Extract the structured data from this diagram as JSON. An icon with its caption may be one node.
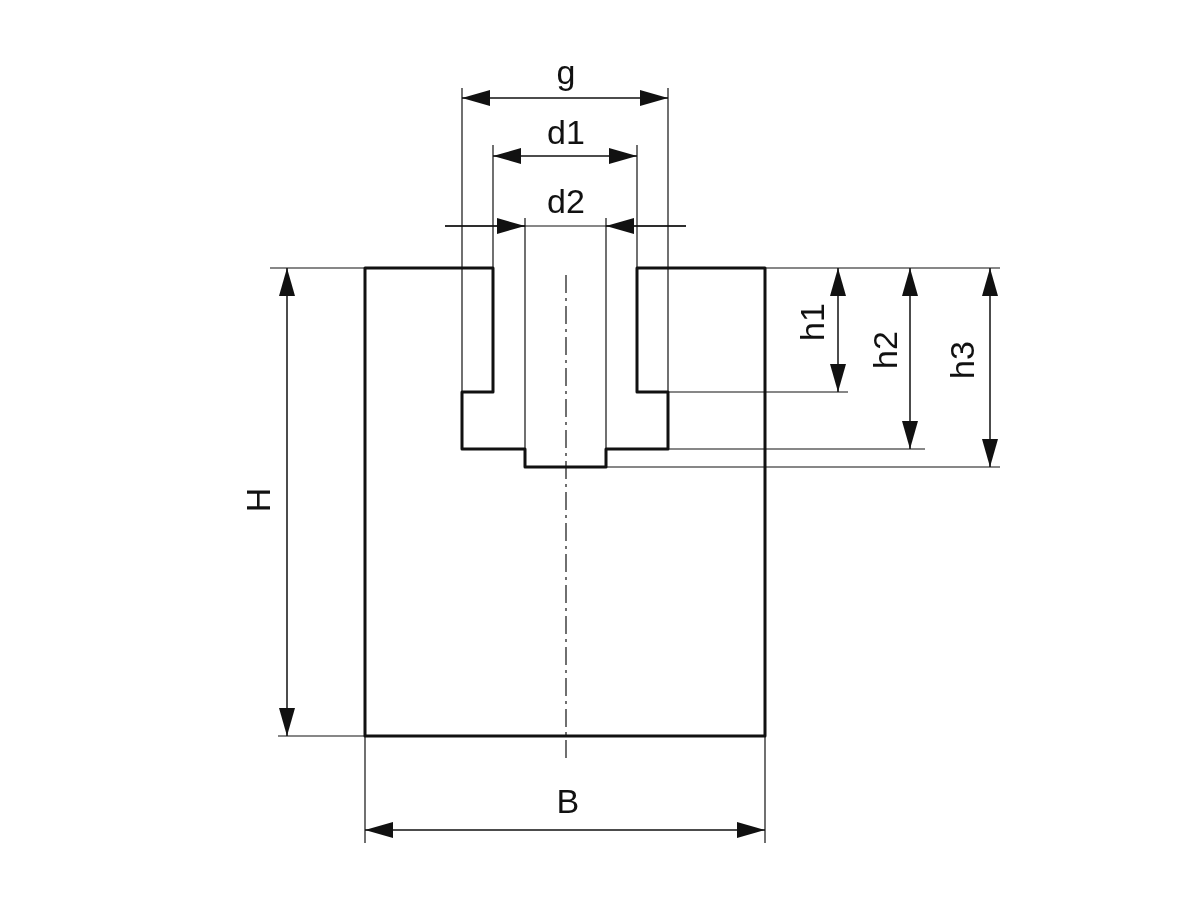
{
  "diagram": {
    "labels": [
      "g",
      "d1",
      "d2",
      "h1",
      "h2",
      "h3",
      "H",
      "B"
    ]
  }
}
